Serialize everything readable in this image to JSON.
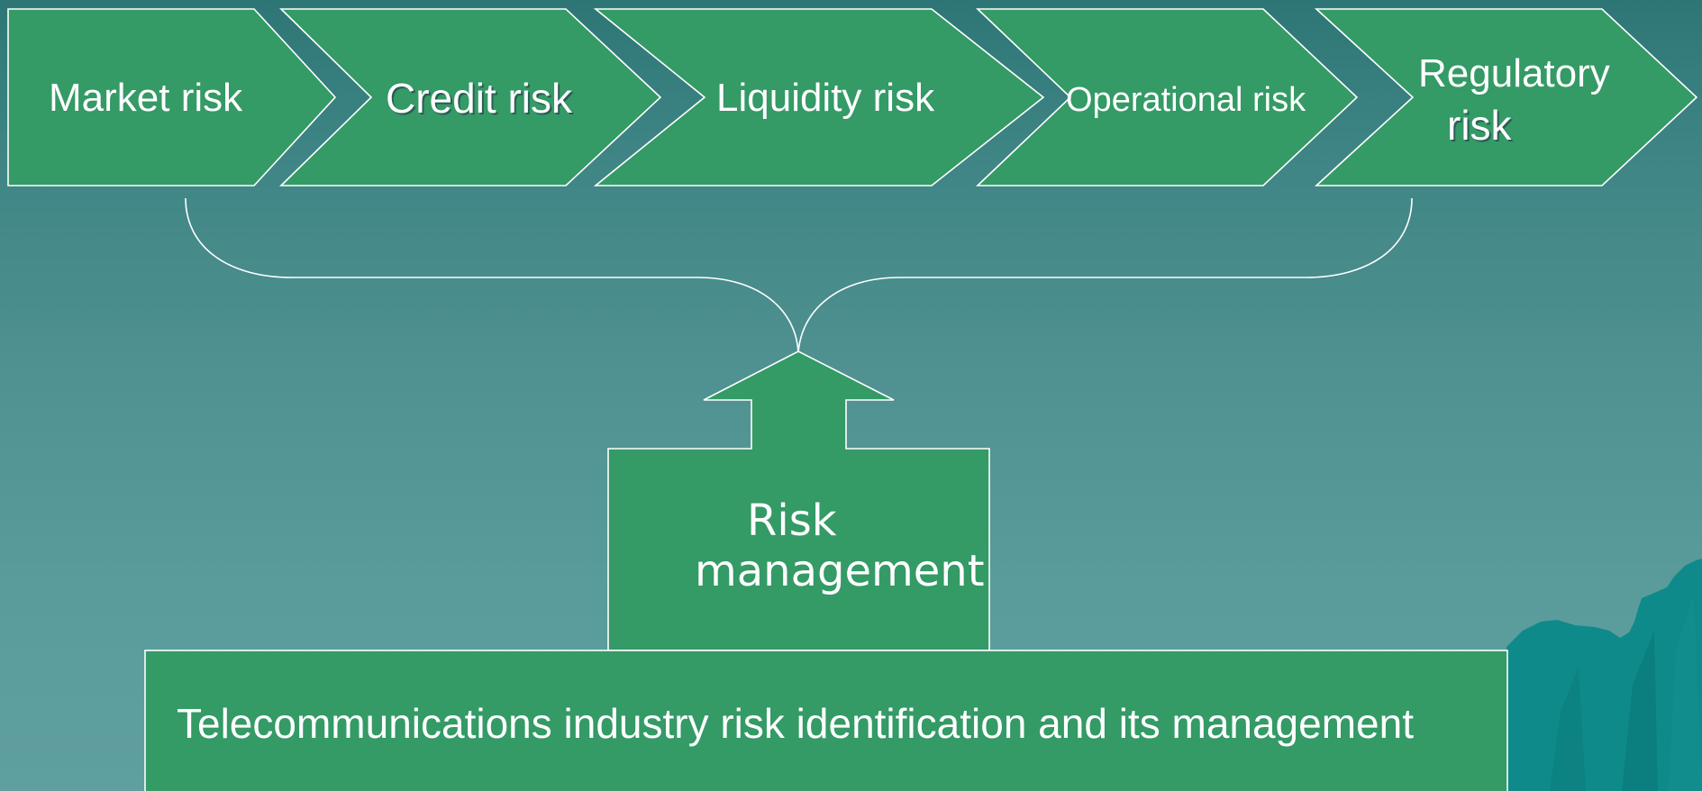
{
  "risk_categories": [
    {
      "line1": "Market risk",
      "line2": ""
    },
    {
      "line1": "Credit risk",
      "line2": ""
    },
    {
      "line1": "Liquidity risk",
      "line2": ""
    },
    {
      "line1": "Operational risk",
      "line2": ""
    },
    {
      "line1": "Regulatory",
      "line2": "risk"
    }
  ],
  "center": {
    "line1": "Risk",
    "line2": "management"
  },
  "base": {
    "label": "Telecommunications industry risk identification and its management"
  },
  "colors": {
    "shape_fill": "#349a66",
    "outline": "#ffffff",
    "background": "#4f9090",
    "decoration": "#0e8b8b"
  }
}
